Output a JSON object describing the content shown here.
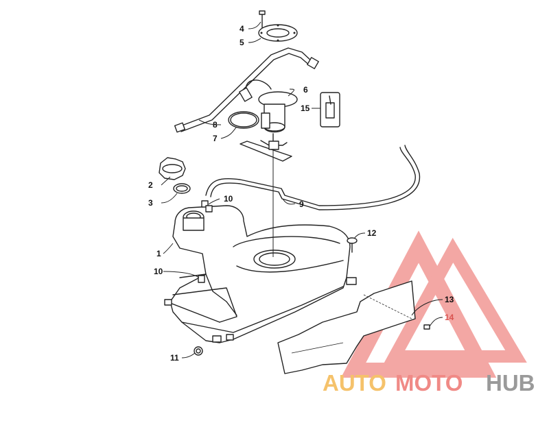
{
  "callouts": [
    {
      "id": "c1",
      "label": "1"
    },
    {
      "id": "c2",
      "label": "2"
    },
    {
      "id": "c3",
      "label": "3"
    },
    {
      "id": "c4",
      "label": "4"
    },
    {
      "id": "c5",
      "label": "5"
    },
    {
      "id": "c6",
      "label": "6"
    },
    {
      "id": "c7",
      "label": "7"
    },
    {
      "id": "c8",
      "label": "8"
    },
    {
      "id": "c9",
      "label": "9"
    },
    {
      "id": "c10a",
      "label": "10"
    },
    {
      "id": "c10b",
      "label": "10"
    },
    {
      "id": "c11",
      "label": "11"
    },
    {
      "id": "c12",
      "label": "12"
    },
    {
      "id": "c13",
      "label": "13"
    },
    {
      "id": "c14",
      "label": "14"
    },
    {
      "id": "c15",
      "label": "15"
    }
  ],
  "watermark": {
    "part1": "AUTO",
    "part2": "MOTO",
    "part3": "HUB",
    "colors": {
      "auto": "#f5c26b",
      "moto": "#f08a86",
      "hub": "#9a9a9a",
      "triangle": "#f08a86"
    }
  }
}
